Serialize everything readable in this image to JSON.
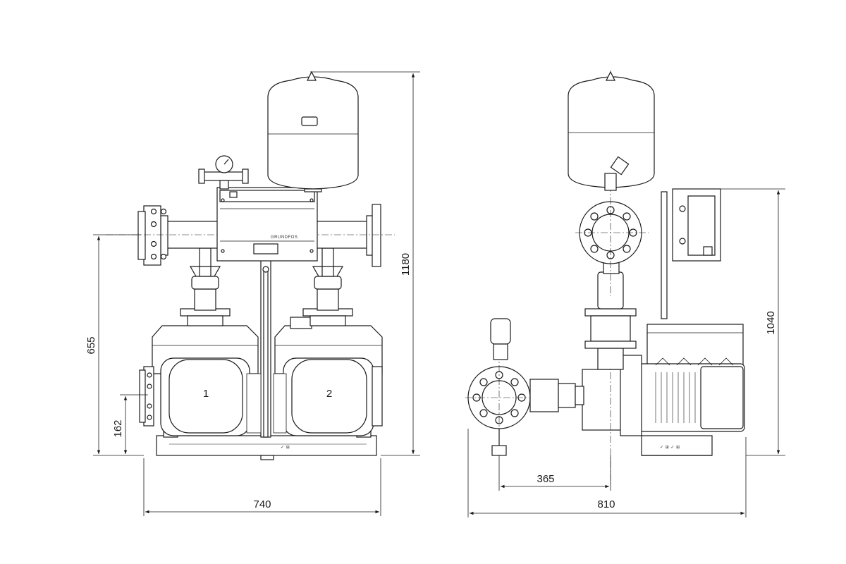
{
  "brand_label": "GRUNDFOS",
  "front_view": {
    "pump_labels": [
      "1",
      "2"
    ],
    "dimensions": {
      "width": "740",
      "overall_height": "1180",
      "manifold_height": "655",
      "inlet_height": "162"
    }
  },
  "side_view": {
    "dimensions": {
      "width": "810",
      "offset": "365",
      "height": "1040"
    }
  },
  "colors": {
    "line": "#1a1a1a",
    "fill": "#ffffff",
    "shade": "#e8e8e8"
  }
}
